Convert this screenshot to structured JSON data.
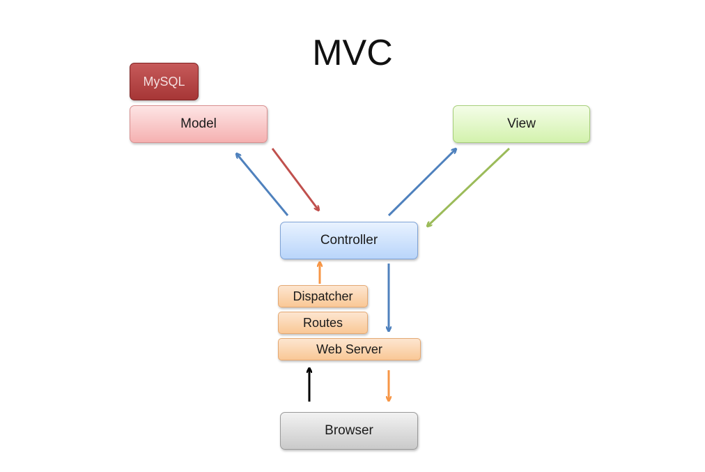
{
  "title": "MVC",
  "nodes": {
    "mysql": "MySQL",
    "model": "Model",
    "view": "View",
    "controller": "Controller",
    "dispatcher": "Dispatcher",
    "routes": "Routes",
    "web_server": "Web Server",
    "browser": "Browser"
  },
  "edges": [
    {
      "from": "controller",
      "to": "model",
      "color": "#4f81bd"
    },
    {
      "from": "model",
      "to": "controller",
      "color": "#c0504d"
    },
    {
      "from": "controller",
      "to": "view",
      "color": "#4f81bd"
    },
    {
      "from": "view",
      "to": "controller",
      "color": "#9bbb59"
    },
    {
      "from": "dispatcher",
      "to": "controller",
      "color": "#f79646"
    },
    {
      "from": "controller",
      "to": "web_server",
      "color": "#4f81bd"
    },
    {
      "from": "browser",
      "to": "web_server",
      "color": "#000000"
    },
    {
      "from": "web_server",
      "to": "browser",
      "color": "#f79646"
    }
  ]
}
